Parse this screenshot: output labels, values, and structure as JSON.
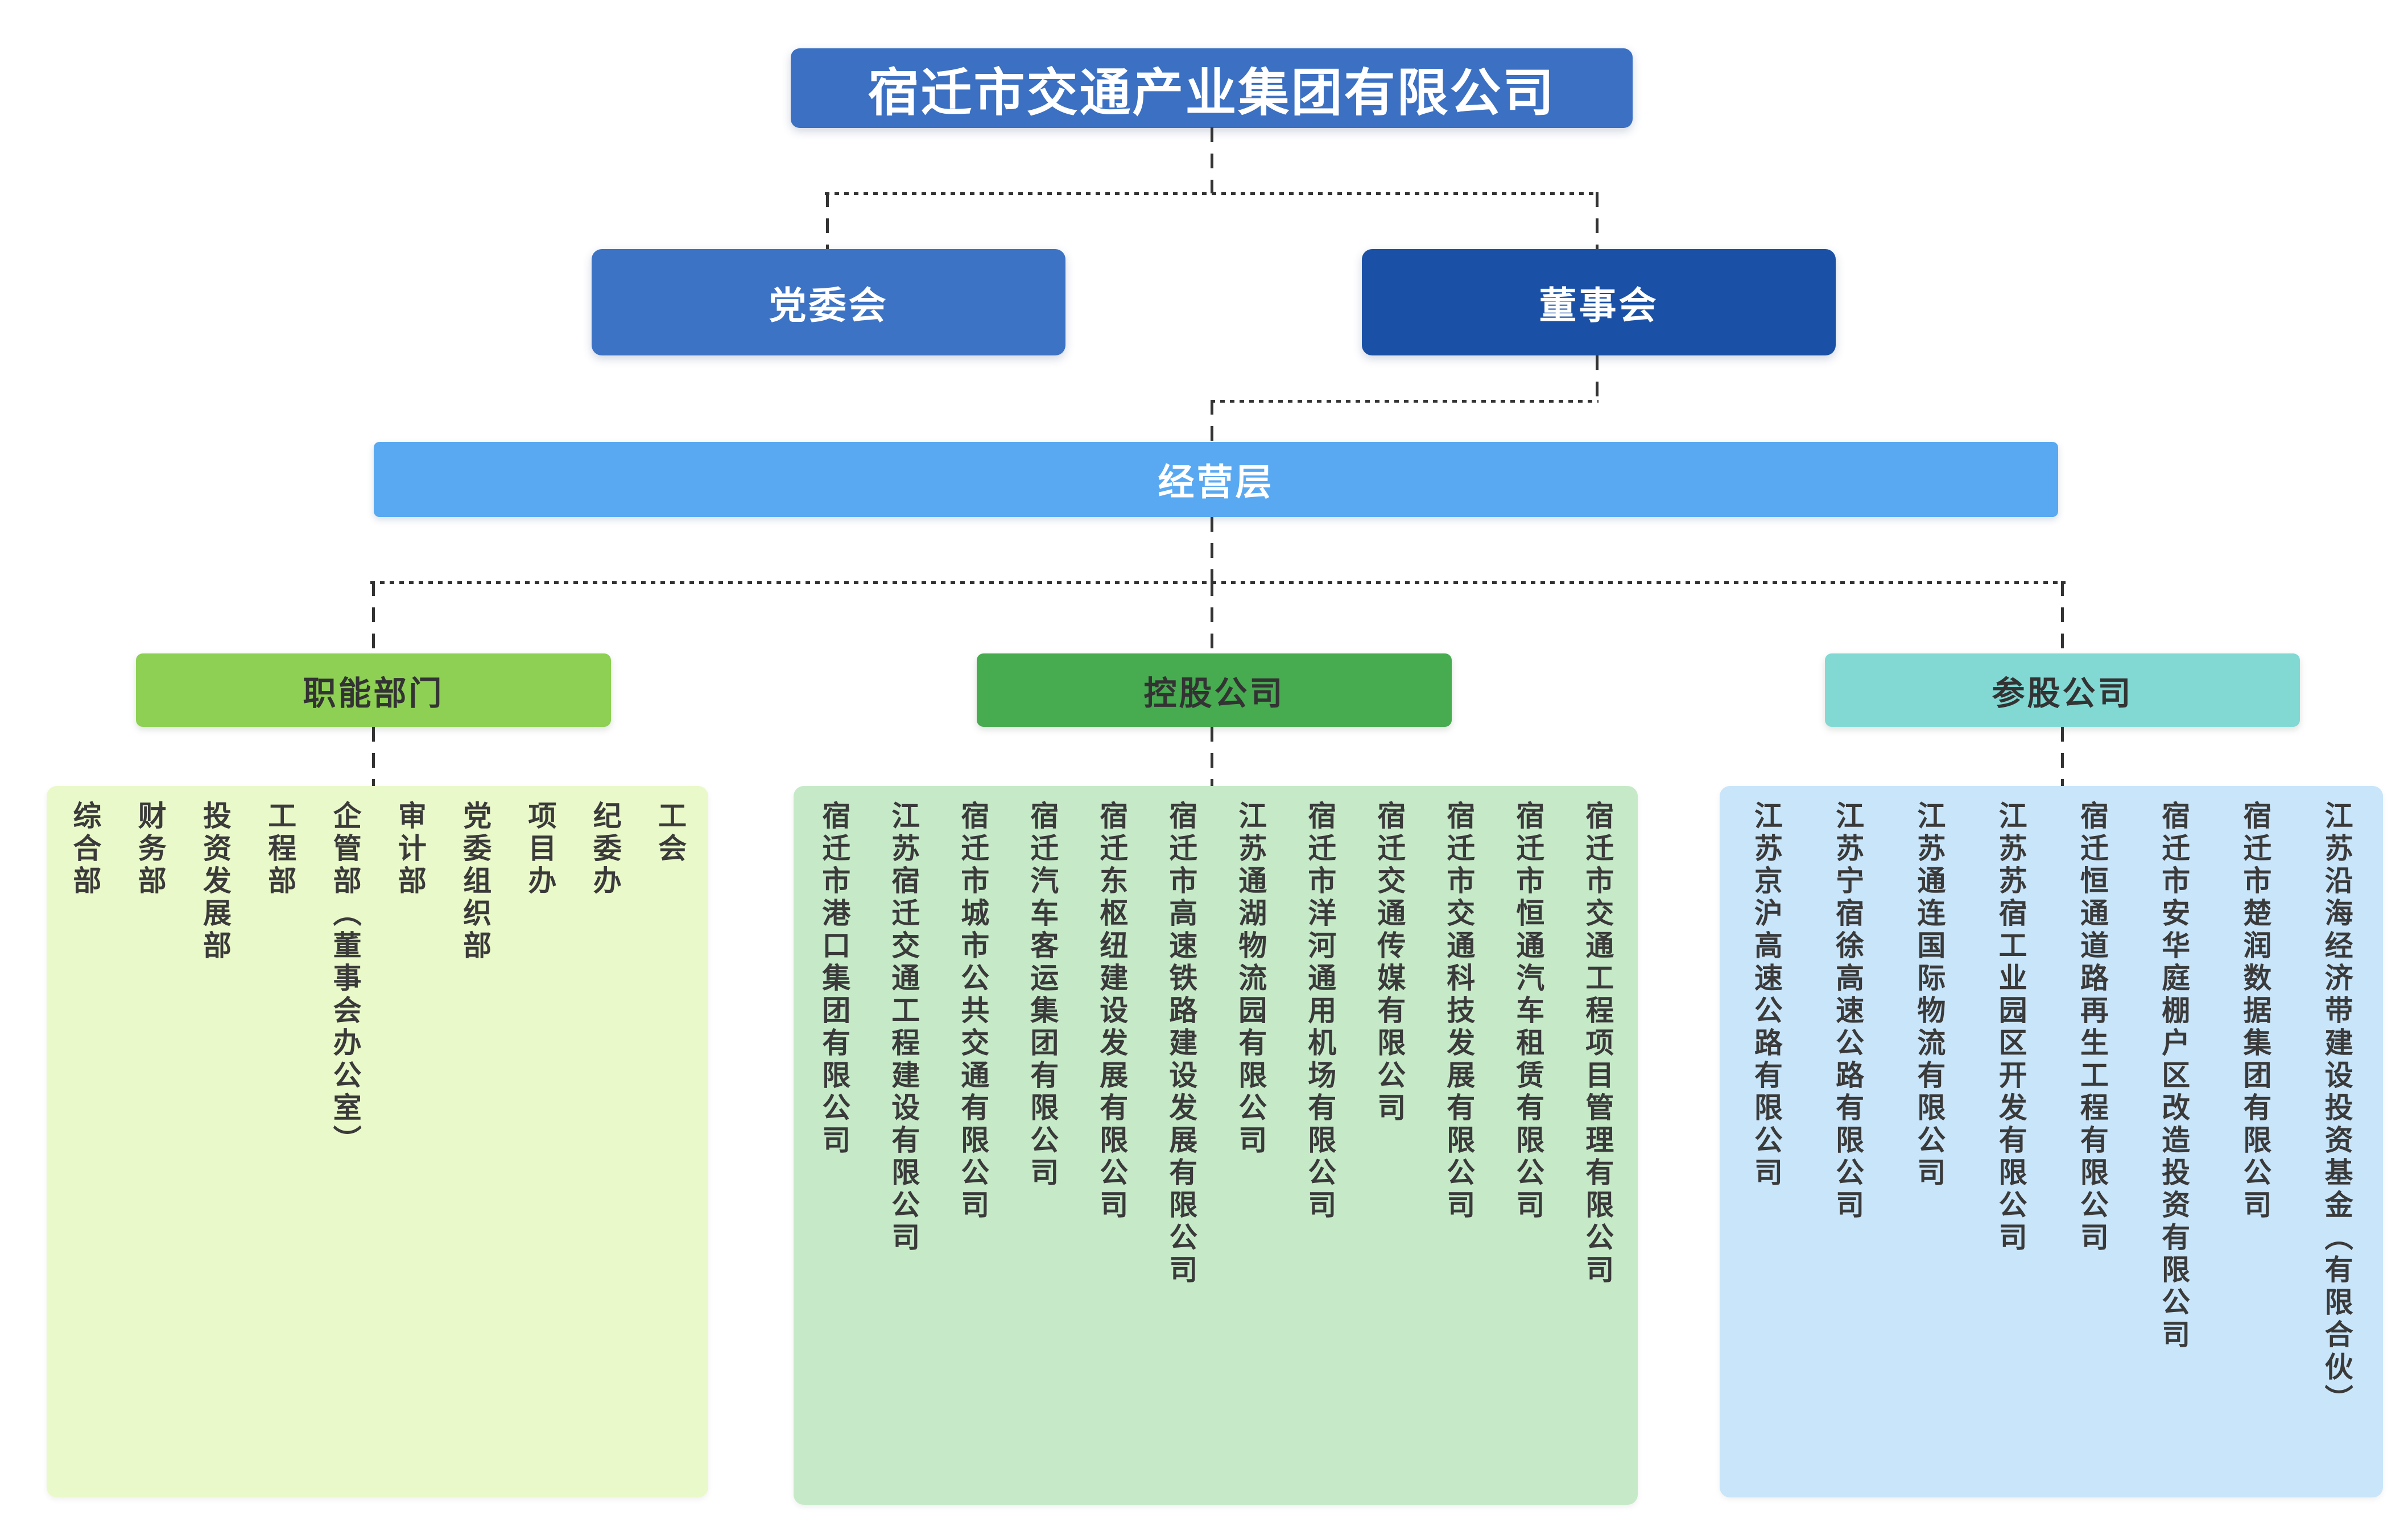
{
  "org_chart": {
    "root": {
      "label": "宿迁市交通产业集团有限公司"
    },
    "boards": [
      {
        "id": "party-committee",
        "label": "党委会"
      },
      {
        "id": "board-of-directors",
        "label": "董事会"
      }
    ],
    "management": {
      "label": "经营层"
    },
    "groups": [
      {
        "id": "functional-departments",
        "header": "职能部门",
        "items": [
          "综合部",
          "财务部",
          "投资发展部",
          "工程部",
          "企管部（董事会办公室）",
          "审计部",
          "党委组织部",
          "项目办",
          "纪委办",
          "工会"
        ]
      },
      {
        "id": "holding-companies",
        "header": "控股公司",
        "items": [
          "宿迁市港口集团有限公司",
          "江苏宿迁交通工程建设有限公司",
          "宿迁市城市公共交通有限公司",
          "宿迁汽车客运集团有限公司",
          "宿迁东枢纽建设发展有限公司",
          "宿迁市高速铁路建设发展有限公司",
          "江苏通湖物流园有限公司",
          "宿迁市洋河通用机场有限公司",
          "宿迁交通传媒有限公司",
          "宿迁市交通科技发展有限公司",
          "宿迁市恒通汽车租赁有限公司",
          "宿迁市交通工程项目管理有限公司"
        ]
      },
      {
        "id": "equity-participation-companies",
        "header": "参股公司",
        "items": [
          "江苏京沪高速公路有限公司",
          "江苏宁宿徐高速公路有限公司",
          "江苏通连国际物流有限公司",
          "江苏苏宿工业园区开发有限公司",
          "宿迁恒通道路再生工程有限公司",
          "宿迁市安华庭棚户区改造投资有限公司",
          "宿迁市楚润数据集团有限公司",
          "江苏沿海经济带建设投资基金（有限合伙）"
        ]
      }
    ],
    "colors": {
      "root_box": "#3b70c2",
      "party_box": "#3d73c5",
      "board_box": "#1a51a6",
      "management_bar": "#58a9f1",
      "functional_header": "#8dd053",
      "holding_header": "#47ab50",
      "equity_header": "#82d9d4",
      "functional_panel": "#eaf9c9",
      "holding_panel": "#c6eac8",
      "equity_panel": "#c9e5f9",
      "connector": "#333333",
      "box_text": "#ffffff",
      "header_text": "#333333",
      "item_text": "#3a3a3a"
    }
  }
}
